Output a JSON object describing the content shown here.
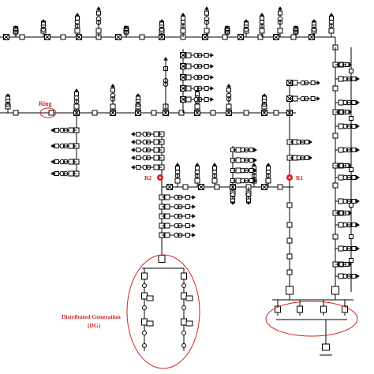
{
  "labels": {
    "ring": "Ring",
    "r1": "R1",
    "r2": "R2",
    "dg_line1": "Distributed Generation",
    "dg_line2": "(DG)"
  },
  "colors": {
    "line": "#000000",
    "annotation": "#d42020",
    "recloser_fill": "#d42020"
  },
  "icons": [
    "breaker-icon",
    "switch-icon",
    "transformer-icon",
    "load-arrow-icon",
    "recloser-icon",
    "generator-icon"
  ]
}
